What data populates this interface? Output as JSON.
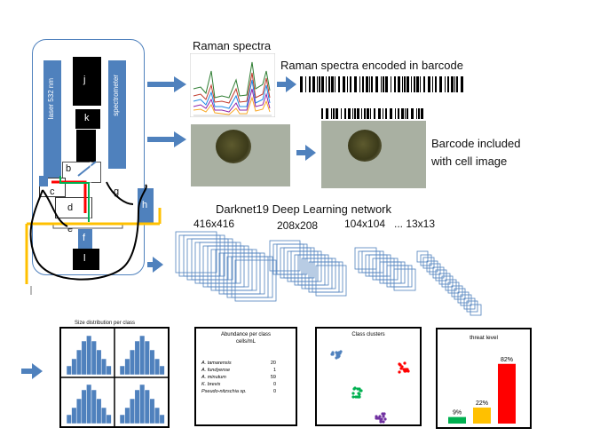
{
  "instrument": {
    "laser_label": "laser 532 nm",
    "spectrometer_label": "spectrometer",
    "labels": {
      "j": "j",
      "k": "k",
      "b": "b",
      "c": "c",
      "d": "d",
      "e": "e",
      "f": "f",
      "g": "g",
      "h": "h",
      "l": "l"
    }
  },
  "texts": {
    "raman_spectra": "Raman spectra",
    "barcode_caption": "Raman spectra encoded in barcode",
    "barcode_included": "Barcode included",
    "with_cell_image": "with cell image",
    "network_title": "Darknet19 Deep Learning network",
    "size_416": "416x416",
    "size_208": "208x208",
    "size_104": "104x104",
    "size_13": "... 13x13"
  },
  "panels": {
    "size_distribution": {
      "title": "Size distribution per class"
    },
    "abundance": {
      "title_line1": "Abundance per class",
      "title_line2": "cells/mL",
      "rows": [
        {
          "name": "A. tamarensis",
          "value": "20"
        },
        {
          "name": "A. fundyense",
          "value": "1"
        },
        {
          "name": "A. minutum",
          "value": "59"
        },
        {
          "name": "K. brevis",
          "value": "0"
        },
        {
          "name": "Pseudo-nitzschia sp.",
          "value": "0"
        }
      ]
    },
    "clusters": {
      "title": "Class clusters"
    },
    "threat": {
      "title": "threat level",
      "bars": [
        {
          "label": "9%",
          "value": 9,
          "color": "#00b050"
        },
        {
          "label": "22%",
          "value": 22,
          "color": "#ffc000"
        },
        {
          "label": "82%",
          "value": 82,
          "color": "#ff0000"
        }
      ]
    }
  },
  "colors": {
    "accent": "#4f81bd",
    "laser_green": "#00b050",
    "laser_red": "#ff0000",
    "fluid": "#ffc000"
  }
}
